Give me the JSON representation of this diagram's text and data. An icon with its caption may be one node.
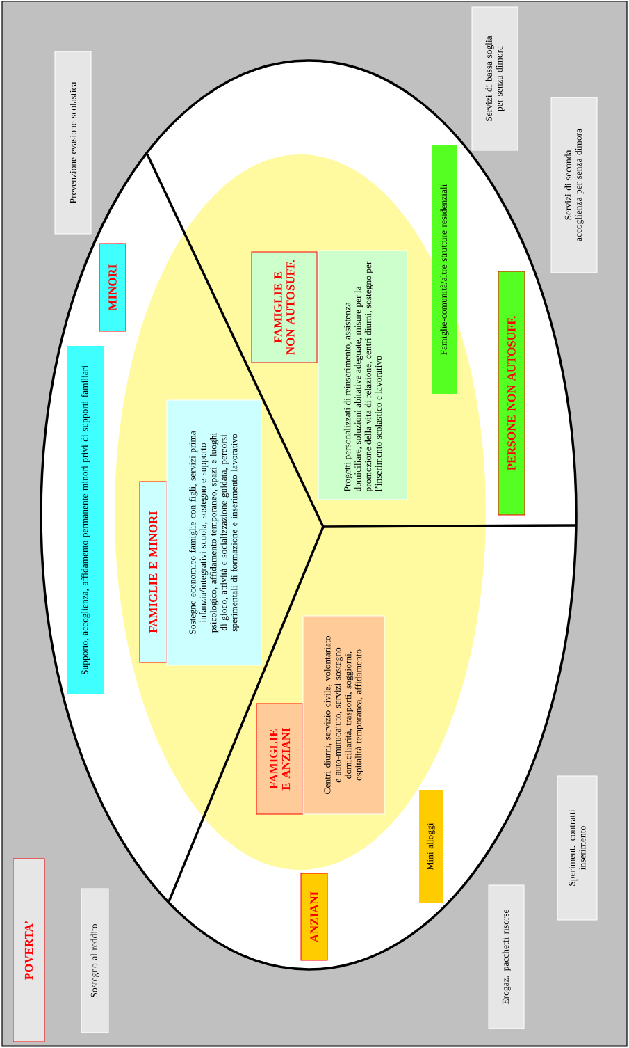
{
  "diagram": {
    "nodes": [
      {
        "text": [
          "POVERTA’"
        ]
      },
      {
        "text": [
          "Sostegno al reddito"
        ]
      },
      {
        "text": [
          "Prevenzione evasione scolastica"
        ]
      },
      {
        "text": [
          "MINORI"
        ]
      },
      {
        "text": [
          "Supporto, accoglienza, affidamento permanente minori privi di supporti familiari"
        ]
      },
      {
        "text": [
          "FAMIGLIE E MINORI"
        ]
      },
      {
        "text": [
          "Sostegno economico famiglie con figli, servizi prima infanzia/integrativi scuola, sostegno e supporto psicologico, affidamento temporaneo, spazi e luoghi di gioco, attività e socializzazione guidata, percorsi sperimentali di formazione e inserimento lavorativo"
        ]
      },
      {
        "text": [
          "FAMIGLIE E ANZIANI"
        ]
      },
      {
        "text": [
          "Centri diurni, servizio civile, volontariato e auto-mutuoaiuto, servizi sostegno domiciliarità, trasporti, soggiorni, ospitalità temporanea, affidamento"
        ]
      },
      {
        "text": [
          "ANZIANI"
        ]
      },
      {
        "text": [
          "Mini alloggi"
        ]
      },
      {
        "text": [
          "Erogaz. pacchetti risorse"
        ]
      },
      {
        "text": [
          "Speriment. contratti inserimento"
        ]
      },
      {
        "text": [
          "FAMIGLIE E NON AUTOSUFF."
        ]
      },
      {
        "text": [
          "Progetti personalizzati di reinserimento, assistenza domiciliare, soluzioni abitative adeguate, misure per la promozione della vita di relazione, centri diurni, sostegno per l’inserimento scolastico e lavorativo"
        ]
      },
      {
        "text": [
          "Famiglie-comunità/altre strutture residenziali"
        ]
      },
      {
        "text": [
          "PERSONE NON AUTOSUFF."
        ]
      },
      {
        "text": [
          "Servizi di bassa soglia per senza dimora"
        ]
      },
      {
        "text": [
          "Servizi di seconda accoglienza per senza dimora"
        ]
      }
    ]
  }
}
